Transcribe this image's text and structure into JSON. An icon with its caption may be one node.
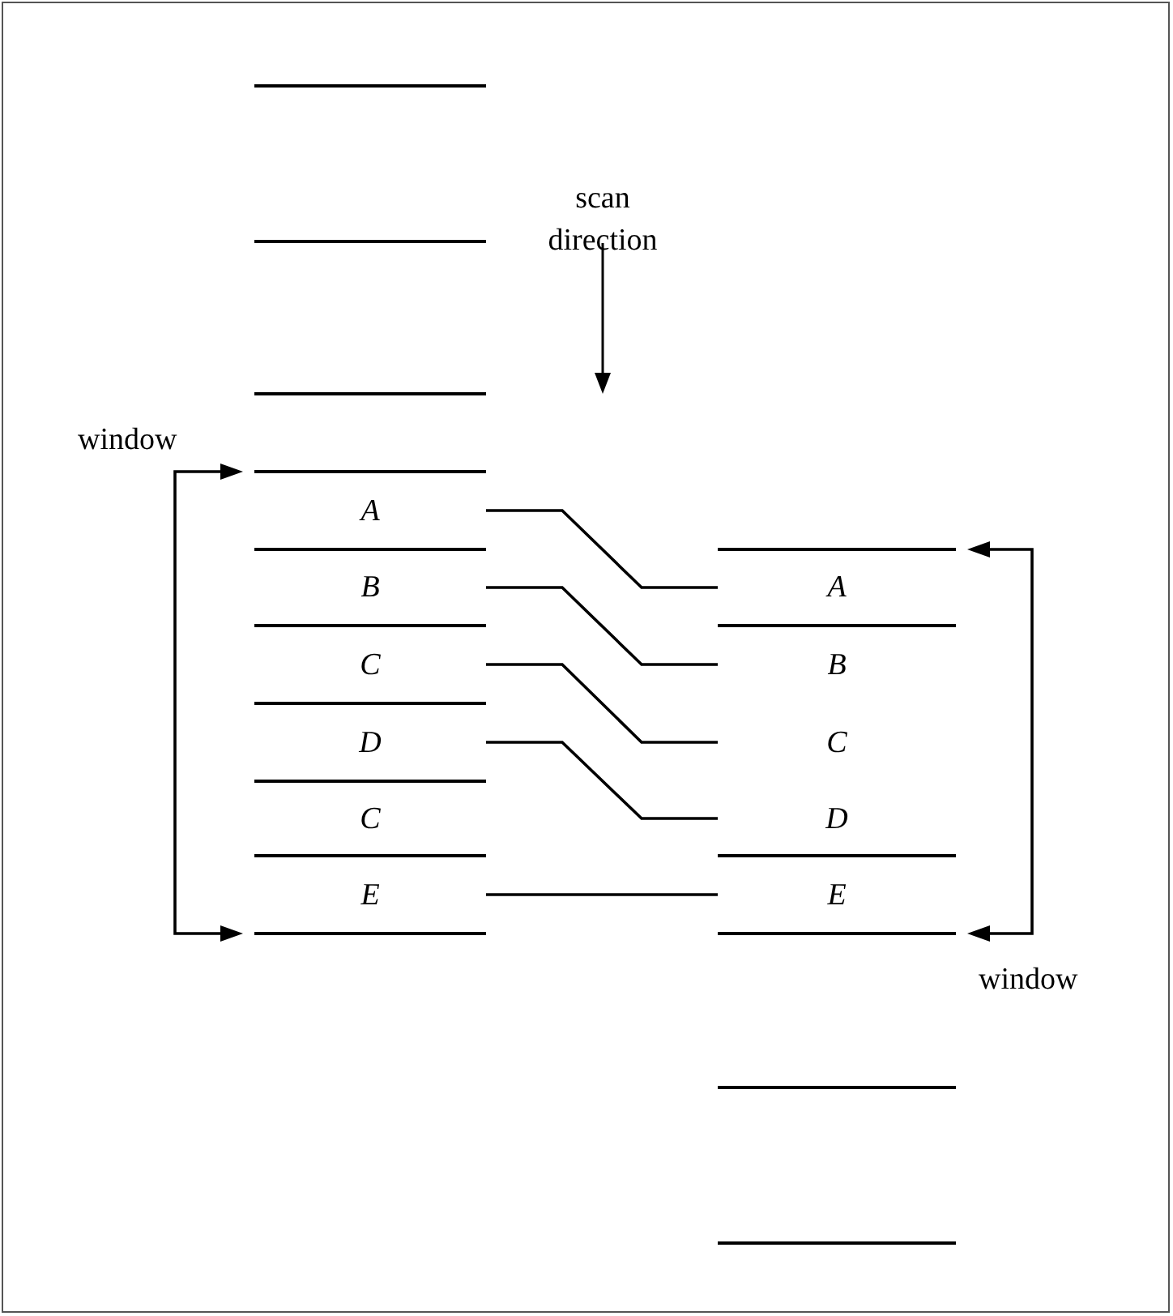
{
  "diagram": {
    "nodes": [
      {
        "text": [
          "A"
        ]
      },
      {
        "text": [
          "B"
        ]
      },
      {
        "text": [
          "C"
        ]
      },
      {
        "text": [
          "D"
        ]
      },
      {
        "text": [
          "C"
        ]
      },
      {
        "text": [
          "E"
        ]
      },
      {
        "text": [
          "A"
        ]
      },
      {
        "text": [
          "B"
        ]
      },
      {
        "text": [
          "C"
        ]
      },
      {
        "text": [
          "D"
        ]
      },
      {
        "text": [
          "E"
        ]
      }
    ],
    "edges": [
      {
        "from": 0,
        "to": 6,
        "arrow": "none"
      },
      {
        "from": 1,
        "to": 7,
        "arrow": "none"
      },
      {
        "from": 2,
        "to": 8,
        "arrow": "none"
      },
      {
        "from": 3,
        "to": 9,
        "arrow": "none"
      },
      {
        "from": 5,
        "to": 10,
        "arrow": "none"
      }
    ],
    "labels": [
      "scan direction",
      "window",
      "window"
    ]
  }
}
